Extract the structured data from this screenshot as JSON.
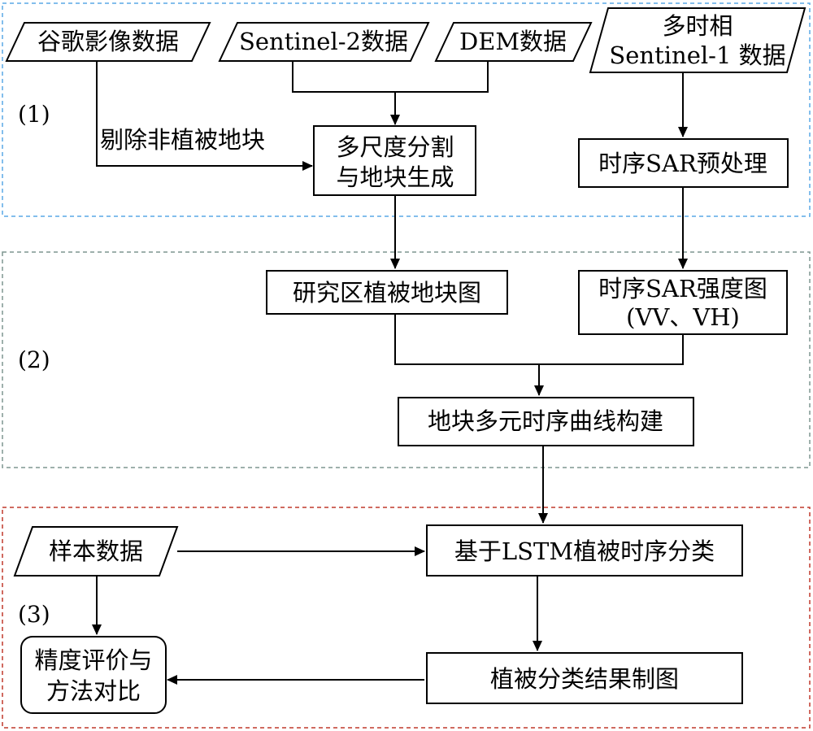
{
  "sections": [
    {
      "id": "s1",
      "label": "(1)",
      "border_color": "#5aa9e6"
    },
    {
      "id": "s2",
      "label": "(2)",
      "border_color": "#7f9690"
    },
    {
      "id": "s3",
      "label": "(3)",
      "border_color": "#c0392b"
    }
  ],
  "nodes": {
    "google_data": {
      "lines": [
        "谷歌影像数据"
      ],
      "shape": "parallelogram"
    },
    "sentinel2_data": {
      "lines": [
        "Sentinel-2数据"
      ],
      "shape": "parallelogram"
    },
    "dem_data": {
      "lines": [
        "DEM数据"
      ],
      "shape": "parallelogram"
    },
    "sentinel1_data": {
      "lines": [
        "多时相",
        "Sentinel-1 数据"
      ],
      "shape": "parallelogram"
    },
    "segmentation": {
      "lines": [
        "多尺度分割",
        "与地块生成"
      ],
      "shape": "rect"
    },
    "sar_preprocess": {
      "lines": [
        "时序SAR预处理"
      ],
      "shape": "rect"
    },
    "parcel_map": {
      "lines": [
        "研究区植被地块图"
      ],
      "shape": "rect"
    },
    "sar_intensity": {
      "lines": [
        "时序SAR强度图",
        "(VV、VH)"
      ],
      "shape": "rect"
    },
    "curve_build": {
      "lines": [
        "地块多元时序曲线构建"
      ],
      "shape": "rect"
    },
    "sample_data": {
      "lines": [
        "样本数据"
      ],
      "shape": "parallelogram"
    },
    "lstm_classify": {
      "lines": [
        "基于LSTM植被时序分类"
      ],
      "shape": "rect"
    },
    "accuracy_eval": {
      "lines": [
        "精度评价与",
        "方法对比"
      ],
      "shape": "rounded"
    },
    "result_map": {
      "lines": [
        "植被分类结果制图"
      ],
      "shape": "rect"
    }
  },
  "edge_labels": {
    "remove_nonveg": "剔除非植被地块"
  }
}
